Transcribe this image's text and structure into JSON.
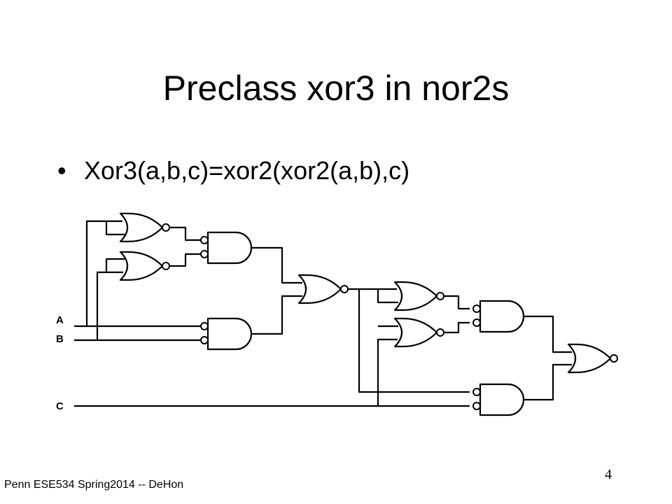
{
  "slide": {
    "title": "Preclass xor3 in nor2s",
    "bullets": [
      {
        "marker": "•",
        "text": "Xor3(a,b,c)=xor2(xor2(a,b),c)"
      }
    ],
    "footer": "Penn ESE534 Spring2014 -- DeHon",
    "page_number": "4"
  },
  "circuit": {
    "inputs": [
      "A",
      "B",
      "C"
    ]
  }
}
